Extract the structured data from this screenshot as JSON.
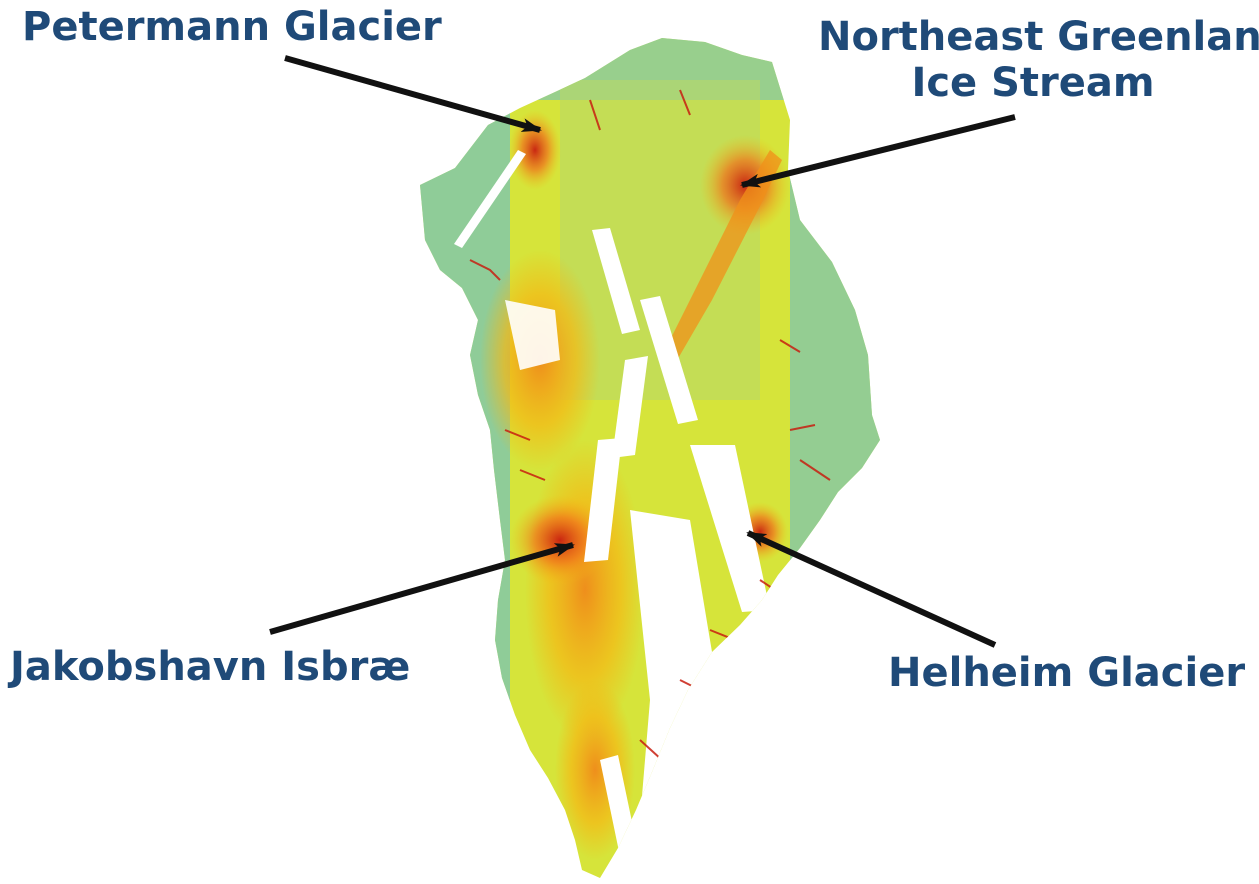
{
  "map": {
    "colors": {
      "fast": "#c81e10",
      "orange": "#f0701a",
      "warm": "#f5b814",
      "yellow": "#e9e820",
      "lime": "#c8e040",
      "slow": "#7dc6b0",
      "label": "#1f4a78",
      "arrow": "#111111"
    }
  },
  "labels": {
    "petermann": "Petermann Glacier",
    "negis_line1": "Northeast Greenland",
    "negis_line2": "Ice Stream",
    "jakobshavn": "Jakobshavn Isbræ",
    "helheim": "Helheim Glacier"
  }
}
